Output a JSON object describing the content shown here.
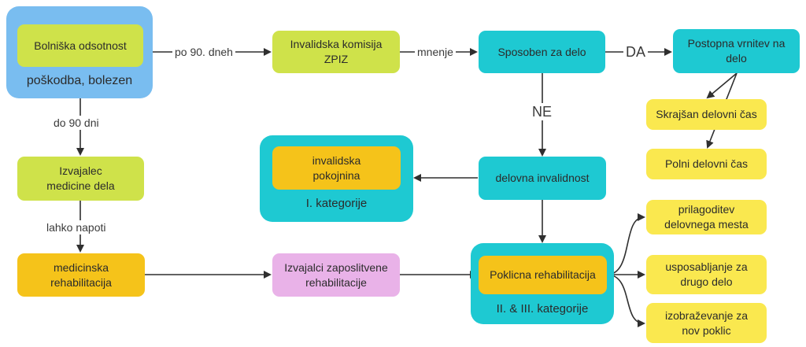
{
  "nodes": {
    "bolniska": "Bolniška odsotnost",
    "poskodba": "poškodba, bolezen",
    "komisija": "Invalidska komisija\nZPIZ",
    "sposoben": "Sposoben za delo",
    "postopna": "Postopna vrnitev na\ndelo",
    "skrajsan": "Skrajšan delovni čas",
    "polni": "Polni delovni čas",
    "izvajalec_med": "Izvajalec\nmedicine dela",
    "pokojnina": "invalidska\npokojnina",
    "kategorija1": "I. kategorije",
    "invalidnost": "delovna invalidnost",
    "prilagoditev": "prilagoditev\ndelovnega mesta",
    "med_rehab": "medicinska\nrehabilitacija",
    "izvajalci_zap": "Izvajalci zaposlitvene\nrehabilitacije",
    "poklicna": "Poklicna rehabilitacija",
    "kategorija23": "II. & III. kategorije",
    "usposabljanje": "usposabljanje za\ndrugo delo",
    "izobrazevanje": "izobraževanje za\nnov poklic"
  },
  "edges": {
    "po90": "po 90. dneh",
    "mnenje": "mnenje",
    "da": "DA",
    "ne": "NE",
    "do90": "do 90 dni",
    "napoti": "lahko napoti"
  },
  "colors": {
    "green": "#cfe24a",
    "teal": "#1ec9d2",
    "orange": "#f5c31a",
    "yellow": "#fae84f",
    "pink": "#e9b2e8",
    "blue": "#79bdf0",
    "arrow": "#2f2f2f"
  }
}
